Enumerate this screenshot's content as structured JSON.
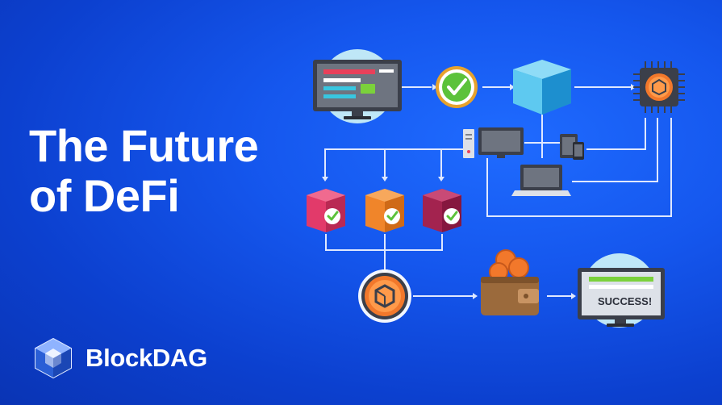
{
  "headline": {
    "line1": "The Future",
    "line2": "of DeFi"
  },
  "brand": {
    "name": "BlockDAG",
    "logo_icon": "blockdag-cube-logo-icon"
  },
  "diagram": {
    "success_label": "SUCCESS!",
    "icons": [
      "monitor-form-icon",
      "check-badge-icon",
      "cube-block-icon",
      "chip-coin-icon",
      "desktop-computer-icon",
      "tablet-phone-icon",
      "laptop-icon",
      "red-block-check-icon",
      "orange-block-check-icon",
      "maroon-block-check-icon",
      "blockdag-coin-icon",
      "wallet-coins-icon",
      "success-monitor-icon"
    ]
  },
  "colors": {
    "background": "#1557ee",
    "connector": "#dfe8ff",
    "block_red": "#e23a6a",
    "block_orange": "#f0852a",
    "block_maroon": "#a3234f",
    "coin": "#f2782b",
    "check": "#5cc23a"
  }
}
